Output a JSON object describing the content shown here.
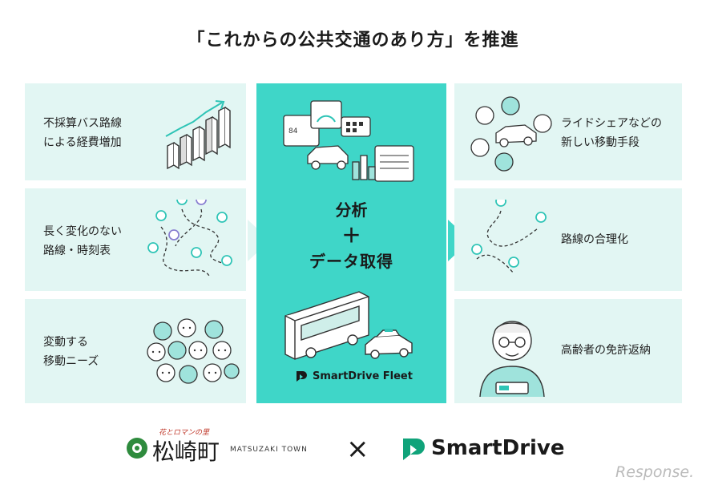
{
  "title": "「これからの公共交通のあり方」を推進",
  "left_panels": [
    {
      "label": "不採算バス路線\nによる経費増加",
      "icon": "bar-chart-icon"
    },
    {
      "label": "長く変化のない\n路線・時刻表",
      "icon": "route-pins-icon"
    },
    {
      "label": "変動する\n移動ニーズ",
      "icon": "crowd-icon"
    }
  ],
  "center": {
    "line1": "分析",
    "line2": "＋",
    "line3": "データ取得",
    "product": "SmartDrive Fleet"
  },
  "right_panels": [
    {
      "label": "ライドシェアなどの\n新しい移動手段",
      "icon": "rideshare-icon"
    },
    {
      "label": "路線の合理化",
      "icon": "optimized-route-icon"
    },
    {
      "label": "高齢者の免許返納",
      "icon": "elderly-person-icon"
    }
  ],
  "logos": {
    "matsuzaki_tagline": "花とロマンの里",
    "matsuzaki_name": "松崎町",
    "matsuzaki_en": "MATSUZAKI TOWN",
    "times": "×",
    "smartdrive": "SmartDrive",
    "watermark": "Response."
  },
  "colors": {
    "panel_bg": "#e2f6f3",
    "center_bg": "#3fd6c8",
    "accent": "#2ec4b6",
    "smartdrive_green": "#10a37a"
  }
}
